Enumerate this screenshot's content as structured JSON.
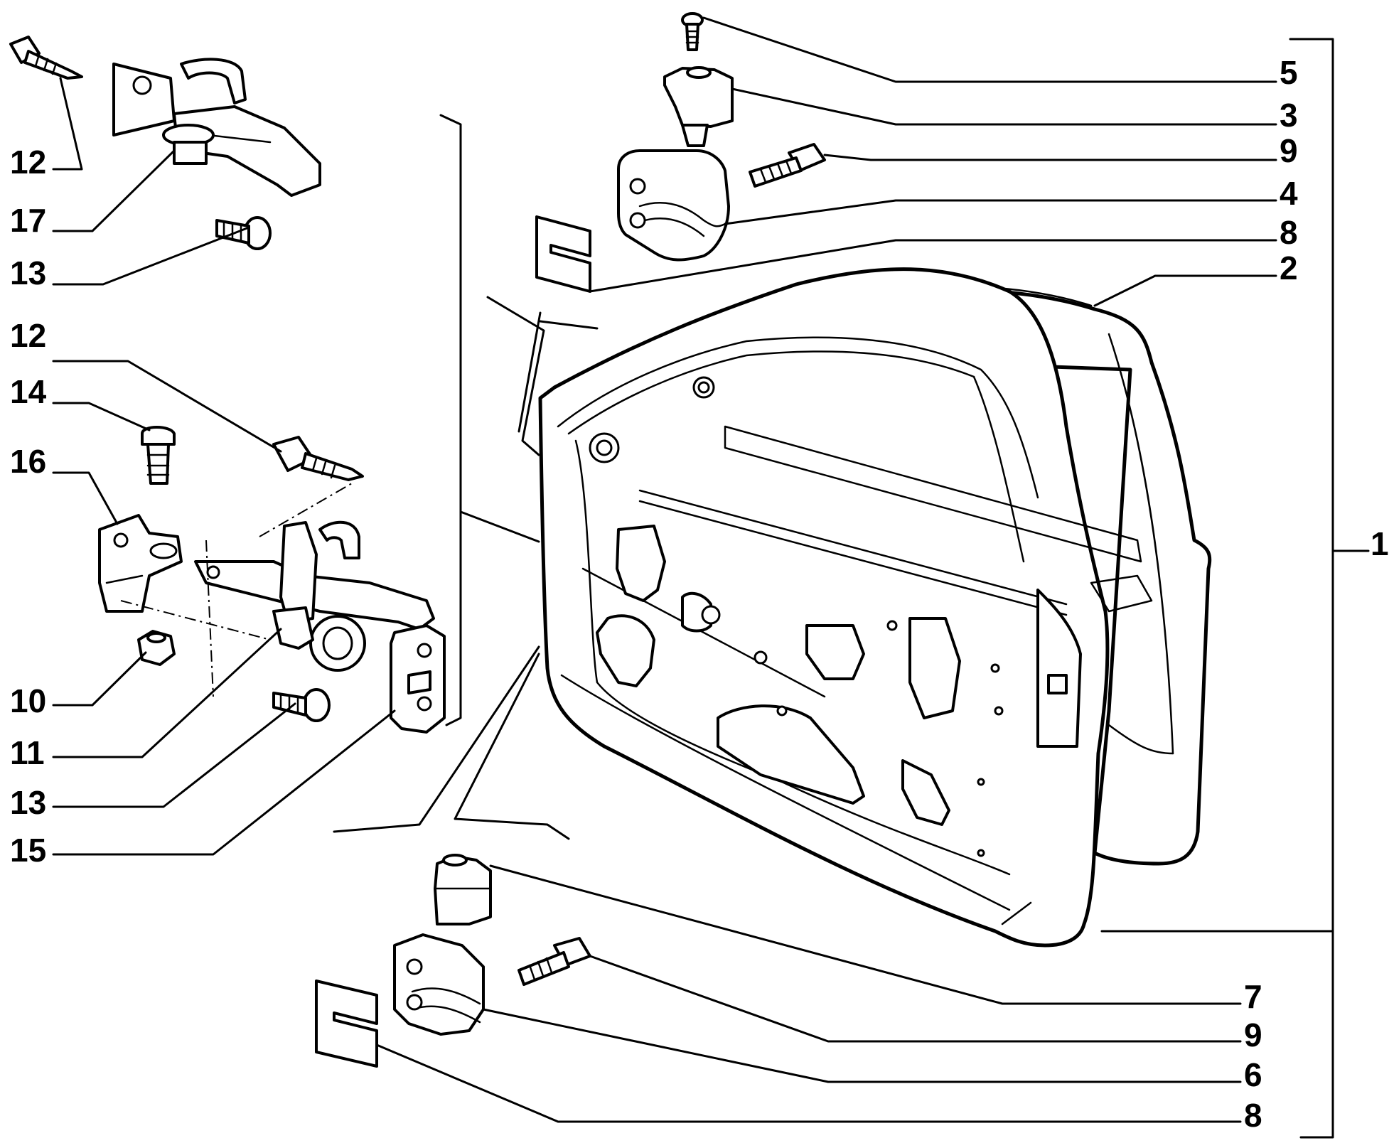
{
  "callouts_left": [
    "12",
    "17",
    "13",
    "12",
    "14",
    "16",
    "10",
    "11",
    "13",
    "15"
  ],
  "callouts_right": [
    "5",
    "3",
    "9",
    "4",
    "8",
    "2",
    "7",
    "9",
    "6",
    "8"
  ],
  "callout_group": "1",
  "parts": [
    "door-shell",
    "outer-door-panel",
    "upper-hinge",
    "lower-hinge",
    "door-check-strap",
    "door-striker",
    "shim",
    "bolt",
    "screw",
    "nut"
  ]
}
